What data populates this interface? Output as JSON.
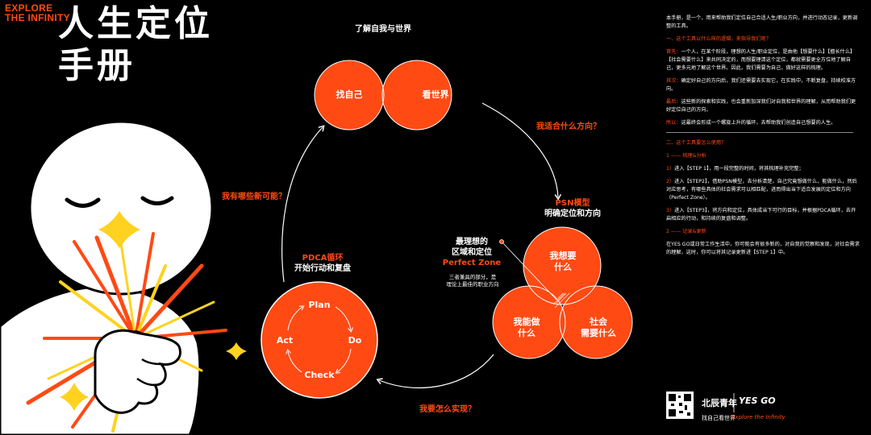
{
  "brand": {
    "line1": "EXPLORE",
    "line2": "THE INFINITY"
  },
  "title": {
    "line1": "人生定位",
    "line2": "手册"
  },
  "diagram": {
    "top_label": "了解自我与世界",
    "left_circle": "找自己",
    "right_circle": "看世界",
    "q_direction": "我适合什么方向？",
    "q_possibility": "我有哪些新可能？",
    "q_realize": "我要怎么实现？",
    "psn": {
      "title": "PSN模型",
      "subtitle": "明确定位和方向"
    },
    "pdca": {
      "title": "PDCA循环",
      "subtitle": "开始行动和复盘"
    },
    "pdca_steps": {
      "plan": "Plan",
      "do": "Do",
      "check": "Check",
      "act": "Act"
    },
    "zone": {
      "line1": "最理想的",
      "line2": "区域和定位",
      "line3": "Perfect Zone",
      "desc1": "三者兼具的部分，是",
      "desc2": "理论上最佳的职业方向"
    },
    "venn": {
      "top1": "我想要",
      "top2": "什么",
      "left1": "我能做",
      "left2": "什么",
      "right1": "社会",
      "right2": "需要什么"
    }
  },
  "panel": {
    "intro": "本手册，是一个，用来帮助我们定位自己合适人生/职业方向，并进行动态记录，更新调整的工具。",
    "s1_title": "一、这个工具以什么样的逻辑，来指导我们呢？",
    "p1_key": "首先：",
    "p1": "一个人，在某个阶段，理想的人生/职业定位，是由他【想要什么】【擅长什么】【社会需要什么】来共同决定的，而想要理清这个定位，都就需要更全方位地了解自己，更多元地了解这个世界。因此，我们需要为自己，做好这样的梳理。",
    "p2_key": "其次：",
    "p2": "确定好自己的方向后，我们还需要去实现它，在实践中，不断复盘，持续校准方向。",
    "p3_key": "最后：",
    "p3": "这些新的探索和实践，也会重新加深我们对自我和世界的理解，从而帮助我们更好定位自己的方向。",
    "p4_key": "所以：",
    "p4": "这最终会形成一个螺旋上升的循环，去帮助我们创造自己想要的人生。",
    "s2_title": "二、这个工具要怎么使用？",
    "s2_1": "1 —— 梳理&分析",
    "step1_key": "1）",
    "step1": "进入【STEP 1】，用一段完整的时间，将其梳理补充完整；",
    "step2_key": "2）",
    "step2": "进入【STEP2】，借助PSN模型，去分析清楚，自己究竟想做什么，能做什么，然后对应思考，有哪些具体的社会需求可以相匹配，进而得出当下适合发展的定位和方向（Perfect Zone）。",
    "step3_key": "3）",
    "step3": "进入【STEP3】，将方向和定位，具体成当下可行的目标，并根据PDCA循环，去开启相应的行动，和持续的复盘和调整。",
    "s2_2": "2 —— 记录&更新",
    "closing": "在YES GO或日常工作生活中，你可能会有很多新的，对自我的觉察和发现，对社会需求的理解，这时，你可以将其记录更新进【STEP 1】中。",
    "logo1": "北辰青年",
    "logo2": "YES GO",
    "foot1": "找自己看世界",
    "foot2": "Explore the Infinity"
  }
}
